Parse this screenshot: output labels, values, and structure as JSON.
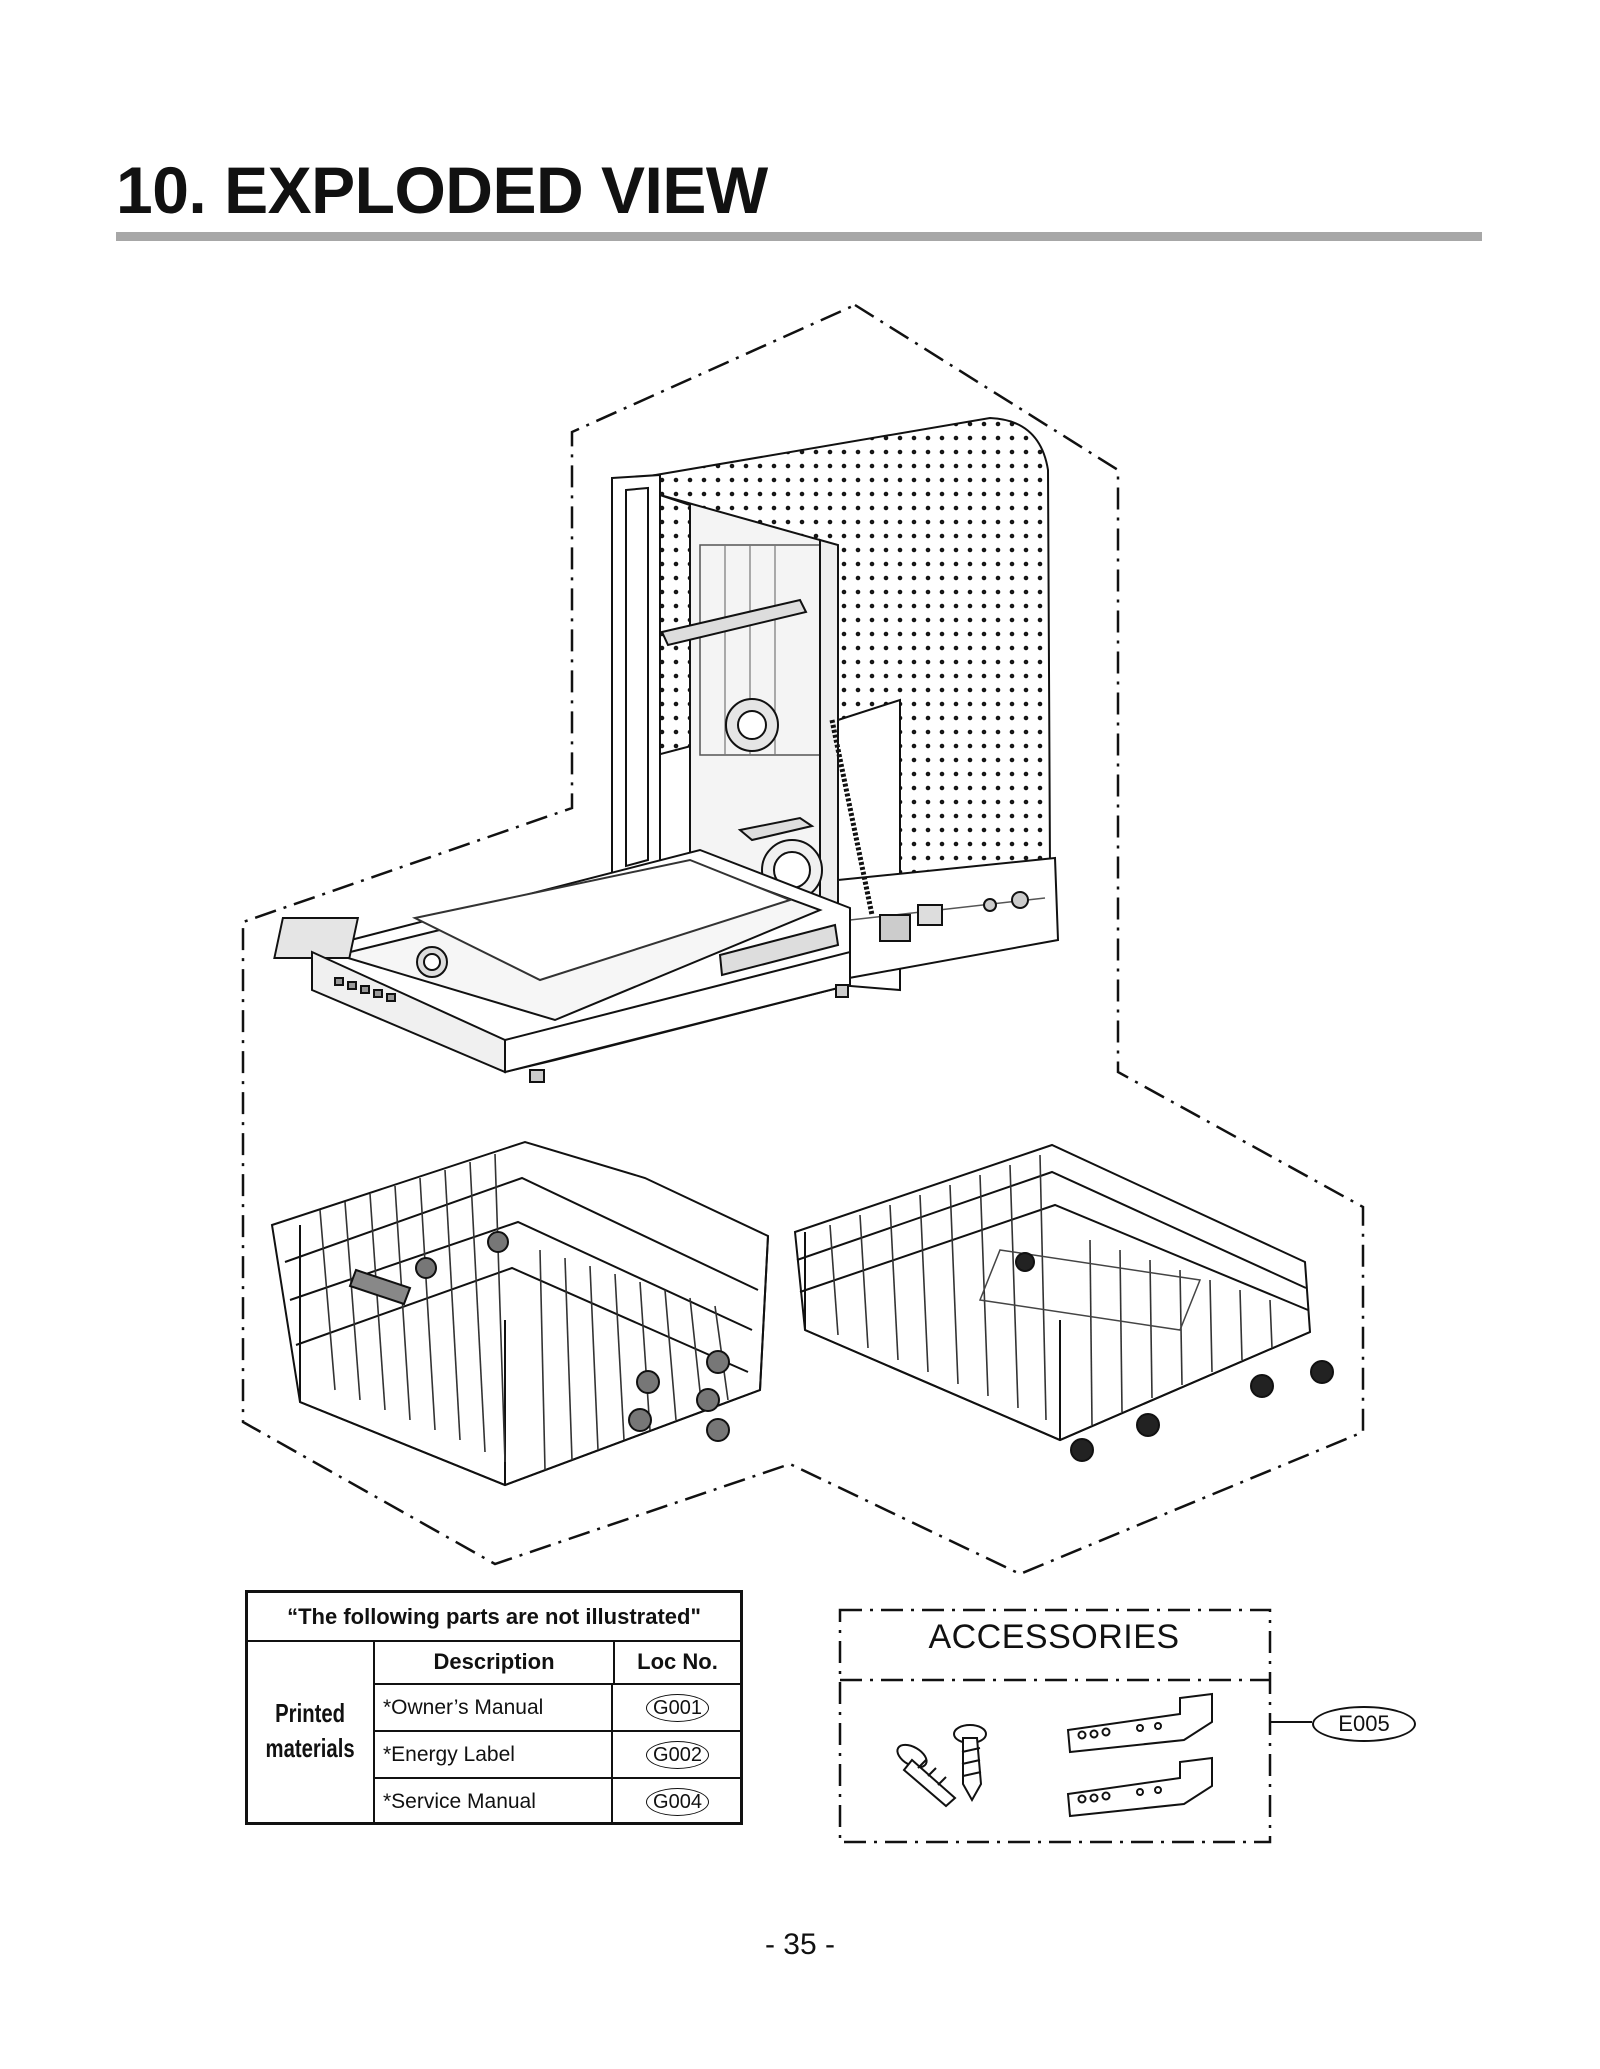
{
  "page": {
    "title": "10. EXPLODED VIEW",
    "page_number": "- 35 -"
  },
  "not_illustrated_table": {
    "caption": "“The following parts are not illustrated\"",
    "category_line1": "Printed",
    "category_line2": "materials",
    "headers": {
      "description": "Description",
      "loc_no": "Loc No."
    },
    "rows": [
      {
        "description": "*Owner’s Manual",
        "loc_no": "G001"
      },
      {
        "description": "*Energy Label",
        "loc_no": "G002"
      },
      {
        "description": "*Service Manual",
        "loc_no": "G004"
      }
    ]
  },
  "accessories": {
    "title": "ACCESSORIES",
    "callout": "E005"
  }
}
